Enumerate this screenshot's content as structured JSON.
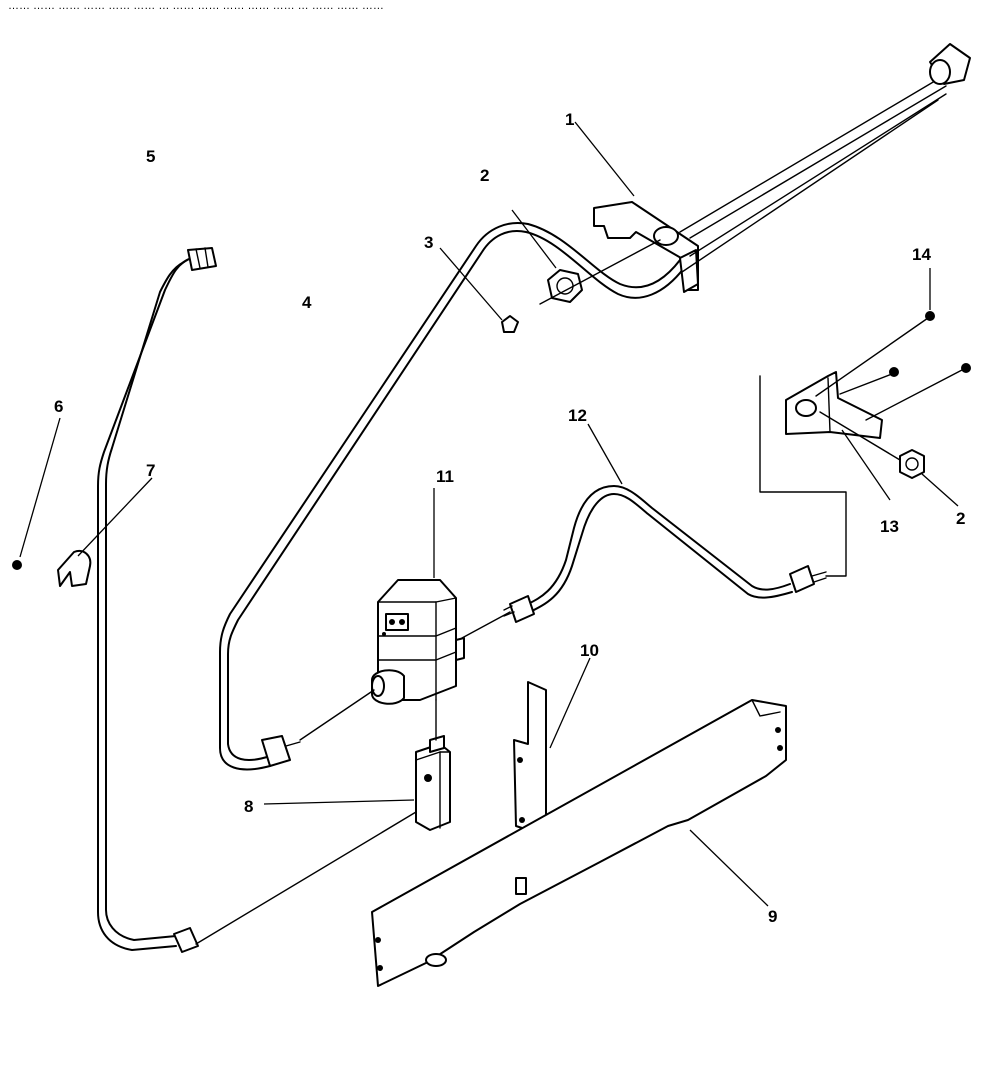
{
  "header_note": "……  ……  ……    ……    ……    ……   …   ……      ……   ……   ……  ……    …    ……    ……   ……",
  "callouts": {
    "c1": "1",
    "c2a": "2",
    "c2b": "2",
    "c3": "3",
    "c4": "4",
    "c5": "5",
    "c6": "6",
    "c7": "7",
    "c8": "8",
    "c9": "9",
    "c10": "10",
    "c11": "11",
    "c12": "12",
    "c13": "13",
    "c14": "14"
  }
}
